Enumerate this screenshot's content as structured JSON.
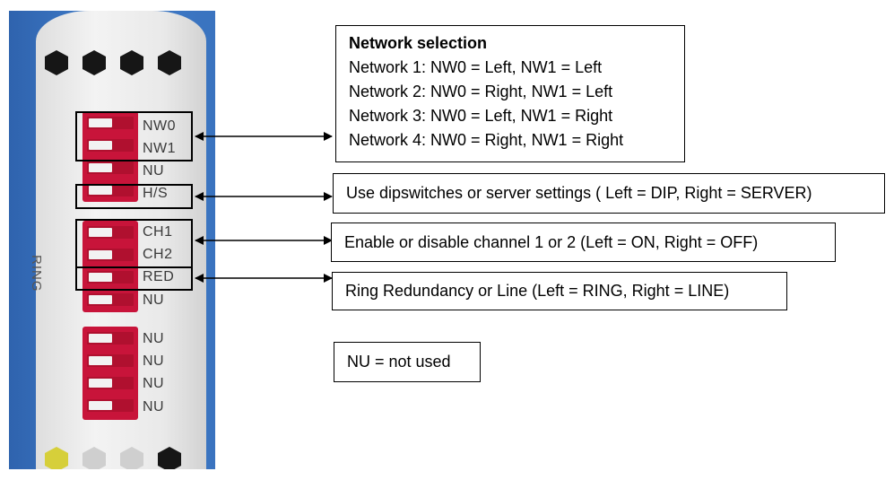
{
  "switch_labels": {
    "nw0": "NW0",
    "nw1": "NW1",
    "nu_1": "NU",
    "hs": "H/S",
    "ch1": "CH1",
    "ch2": "CH2",
    "red": "RED",
    "nu_2": "NU",
    "nu_3": "NU",
    "nu_4": "NU",
    "nu_5": "NU",
    "nu_6": "NU"
  },
  "ring_label": "RING",
  "callouts": {
    "network": {
      "title": "Network selection",
      "lines": [
        "Network 1: NW0 = Left, NW1 = Left",
        "Network 2: NW0 = Right, NW1 = Left",
        "Network 3: NW0 = Left, NW1 = Right",
        "Network 4: NW0 = Right, NW1 = Right"
      ]
    },
    "hs": "Use dipswitches or server settings ( Left = DIP, Right = SERVER)",
    "channel": "Enable or disable channel 1 or 2 (Left = ON, Right = OFF)",
    "redundancy": "Ring Redundancy or Line (Left = RING, Right = LINE)",
    "nu": "NU = not used"
  },
  "colors": {
    "device_blue": "#3a73bf",
    "dip_red": "#c8143a",
    "outline": "#000000"
  }
}
